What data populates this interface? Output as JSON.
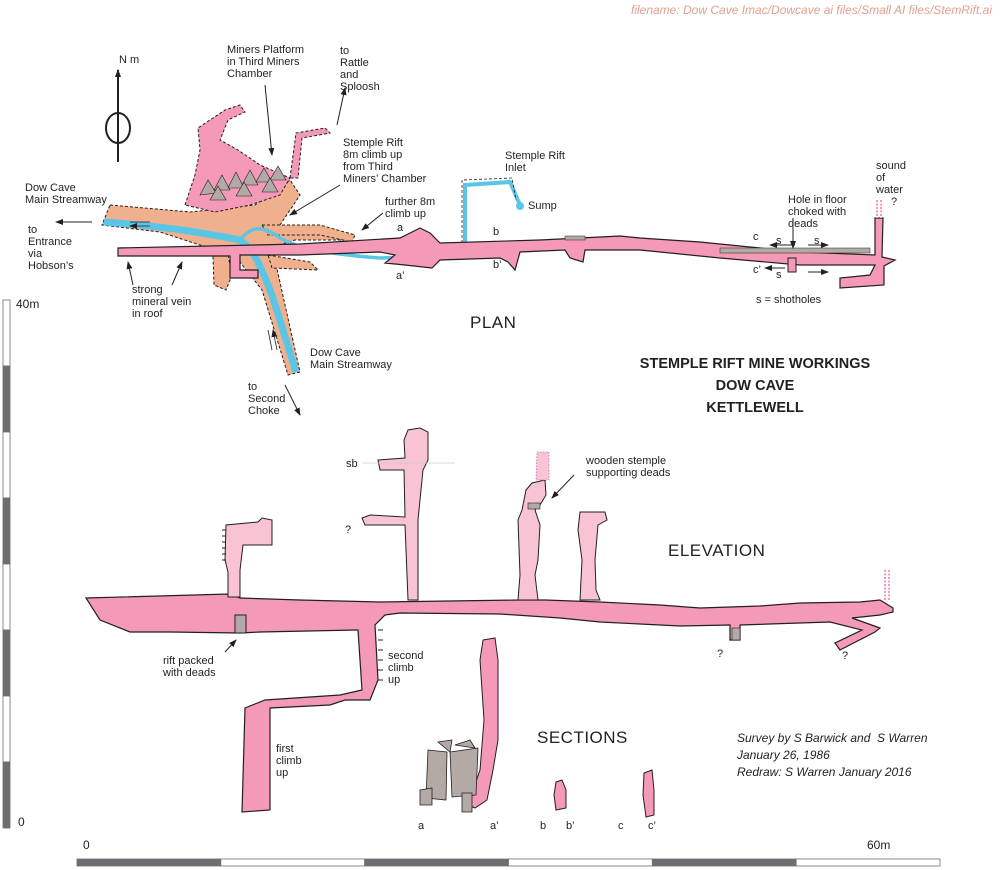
{
  "filename": "filename: Dow Cave Imac/Dowcave ai files/Small AI files/StemRift.ai",
  "title": {
    "line1": "STEMPLE RIFT MINE WORKINGS",
    "line2": "DOW CAVE",
    "line3": "KETTLEWELL"
  },
  "headings": {
    "plan": "PLAN",
    "elevation": "ELEVATION",
    "sections": "SECTIONS"
  },
  "credits": {
    "line1": "Survey by S Barwick and  S Warren",
    "line2": "January 26, 1986",
    "line3": "Redraw: S Warren January 2016"
  },
  "north": {
    "label": "N m"
  },
  "colors": {
    "passage_pink": "#f49ab8",
    "upper_pink": "#f8c3d3",
    "dow_cave_tan": "#f0b08e",
    "stream_blue": "#5bc5e6",
    "deads_grey": "#b3aaa6",
    "filename_color": "#e0a090",
    "outline": "#231f20"
  },
  "plan_labels": {
    "miners_platform": "Miners Platform\nin Third Miners\nChamber",
    "rattle": "to\nRattle\nand\nSploosh",
    "stemple_climb": "Stemple Rift\n8m climb up\nfrom Third\nMiners’ Chamber",
    "stemple_inlet": "Stemple Rift\nInlet",
    "sump": "Sump",
    "further_climb": "further 8m\nclimb up",
    "main_streamway_w": "Dow Cave\nMain Streamway",
    "to_entrance": "to\nEntrance\nvia\nHobson’s",
    "mineral_vein": "strong\nmineral vein\nin roof",
    "main_streamway_s": "Dow Cave\nMain Streamway",
    "second_choke": "to\nSecond\nChoke",
    "hole_in_floor": "Hole in floor\nchoked with\ndeads",
    "sound_of_water": "sound\nof\nwater",
    "question": "?",
    "shotholes": "s = shotholes",
    "s": "s",
    "a": "a",
    "a_prime": "a’",
    "b": "b",
    "b_prime": "b’",
    "c": "c",
    "c_prime": "c’"
  },
  "elevation_labels": {
    "sb": "sb",
    "question": "?",
    "wooden_stemple": "wooden stemple\nsupporting deads",
    "rift_packed": "rift packed\nwith deads",
    "second_climb": "second\nclimb\nup",
    "first_climb": "first\nclimb\nup"
  },
  "section_labels": [
    "a",
    "a’",
    "b",
    "b’",
    "c",
    "c’"
  ],
  "vertical_scale": {
    "top_label": "40m",
    "bottom_label": "0",
    "segments": 8
  },
  "horizontal_scale": {
    "left_label": "0",
    "right_label": "60m",
    "segments": 6
  }
}
